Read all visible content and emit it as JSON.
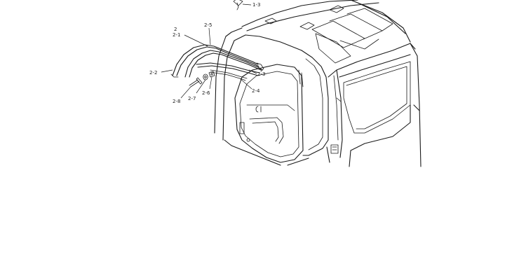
{
  "callouts": {
    "c_1_3": "1-3",
    "c_2": "2",
    "c_2_1": "2-1",
    "c_2_5": "2-5",
    "c_2_2": "2-2",
    "c_2_3": "2-3",
    "c_2_4": "2-4",
    "c_2_6": "2-6",
    "c_2_7": "2-7",
    "c_2_8": "2-8"
  }
}
